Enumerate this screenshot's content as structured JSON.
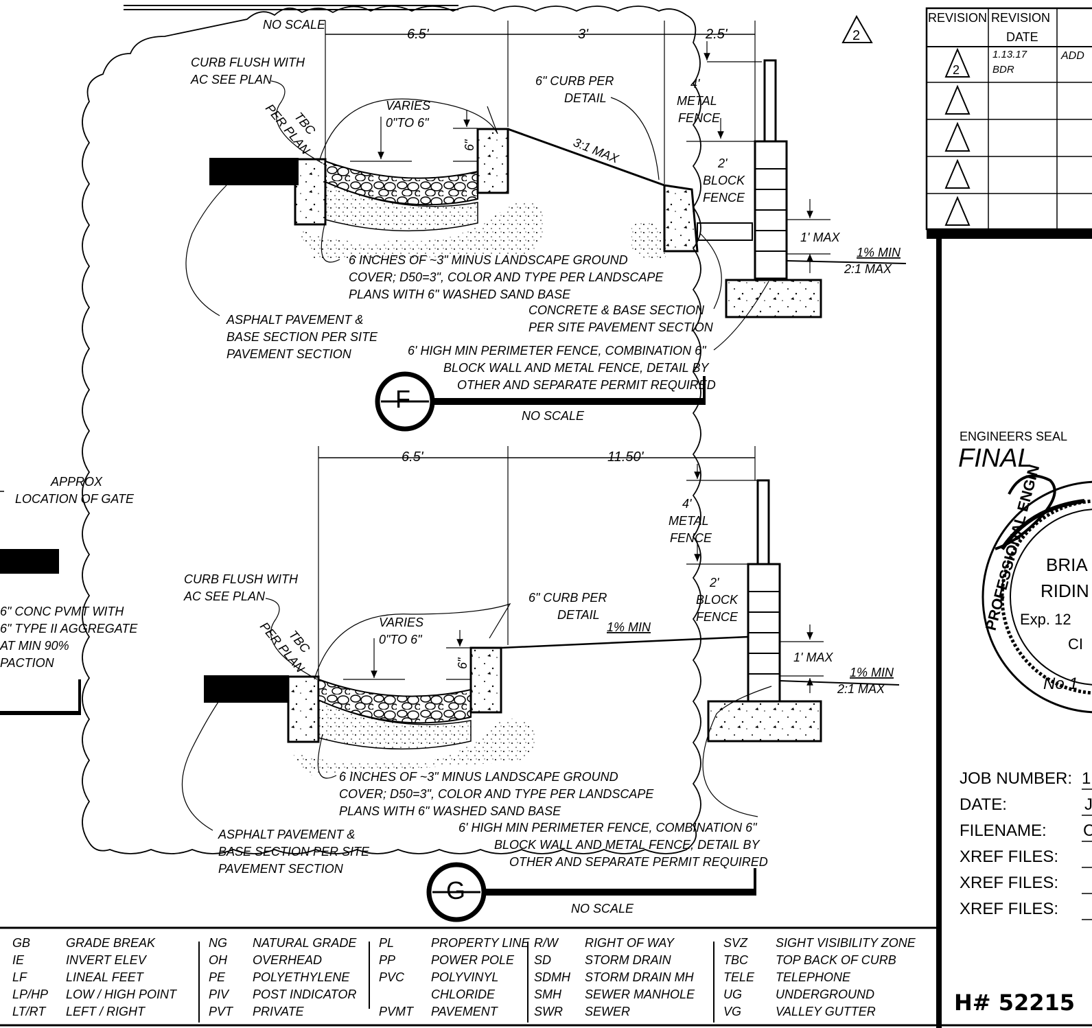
{
  "revisions": {
    "headers": [
      "REVISION",
      "REVISION",
      "DATE"
    ],
    "rows": [
      {
        "symbol": "2",
        "date": "1.13.17",
        "by": "BDR",
        "desc": "ADD"
      },
      {
        "symbol": "",
        "date": "",
        "by": "",
        "desc": ""
      },
      {
        "symbol": "",
        "date": "",
        "by": "",
        "desc": ""
      },
      {
        "symbol": "",
        "date": "",
        "by": "",
        "desc": ""
      },
      {
        "symbol": "",
        "date": "",
        "by": "",
        "desc": ""
      }
    ]
  },
  "revision_marker": "2",
  "detail_f": {
    "tag": "F",
    "scale_top": "NO SCALE",
    "scale_bottom": "NO SCALE",
    "dims": [
      "6.5'",
      "3'",
      "2.5'"
    ],
    "curb_flush": [
      "CURB FLUSH WITH",
      "AC SEE PLAN"
    ],
    "tbc": [
      "TBC",
      "PER PLAN"
    ],
    "varies": [
      "VARIES",
      "0\"TO 6\""
    ],
    "six_in": "6\"",
    "curb_per_detail": [
      "6\" CURB PER",
      "DETAIL"
    ],
    "slope": "3:1 MAX",
    "metal_fence": [
      "4'",
      "METAL",
      "FENCE"
    ],
    "block_fence": [
      "2'",
      "BLOCK",
      "FENCE"
    ],
    "one_ft_max": "1' MAX",
    "pct_min": "1% MIN",
    "two_one_max": "2:1 MAX",
    "ground_cover": [
      "6 INCHES OF ~3\" MINUS LANDSCAPE GROUND",
      "COVER; D50=3\", COLOR AND TYPE PER LANDSCAPE",
      "PLANS WITH 6\" WASHED SAND BASE"
    ],
    "concrete_base": [
      "CONCRETE & BASE SECTION",
      "PER SITE PAVEMENT SECTION"
    ],
    "asphalt": [
      "ASPHALT PAVEMENT &",
      "BASE SECTION PER SITE",
      "PAVEMENT SECTION"
    ],
    "perimeter": [
      "6' HIGH MIN PERIMETER FENCE, COMBINATION 6\"",
      "BLOCK WALL AND METAL FENCE, DETAIL BY",
      "OTHER AND SEPARATE PERMIT REQUIRED"
    ]
  },
  "detail_g": {
    "tag": "G",
    "scale_bottom": "NO SCALE",
    "dims": [
      "6.5'",
      "11.50'"
    ],
    "curb_flush": [
      "CURB FLUSH WITH",
      "AC SEE PLAN"
    ],
    "tbc": [
      "TBC",
      "PER PLAN"
    ],
    "varies": [
      "VARIES",
      "0\"TO 6\""
    ],
    "six_in": "6\"",
    "curb_per_detail": [
      "6\" CURB PER",
      "DETAIL"
    ],
    "slope": "1% MIN",
    "metal_fence": [
      "4'",
      "METAL",
      "FENCE"
    ],
    "block_fence": [
      "2'",
      "BLOCK",
      "FENCE"
    ],
    "one_ft_max": "1' MAX",
    "pct_min": "1% MIN",
    "two_one_max": "2:1 MAX",
    "ground_cover": [
      "6 INCHES OF ~3\" MINUS LANDSCAPE GROUND",
      "COVER; D50=3\", COLOR AND TYPE PER LANDSCAPE",
      "PLANS WITH 6\" WASHED SAND BASE"
    ],
    "asphalt": [
      "ASPHALT PAVEMENT &",
      "BASE SECTION PER SITE",
      "PAVEMENT SECTION"
    ],
    "perimeter": [
      "6' HIGH MIN PERIMETER FENCE, COMBINATION 6\"",
      "BLOCK WALL AND METAL FENCE, DETAIL BY",
      "OTHER AND SEPARATE PERMIT REQUIRED"
    ]
  },
  "left_notes": {
    "gate": [
      "APPROX",
      "LOCATION OF GATE"
    ],
    "conc": [
      "6\" CONC PVMT WITH",
      "6\" TYPE II AGGREGATE",
      "AT MIN 90%",
      "PACTION"
    ]
  },
  "seal": {
    "label": "ENGINEERS SEAL",
    "final": "FINAL",
    "ring_text": "PROFESSIONAL ENGIN",
    "name_lines": [
      "BRIA",
      "RIDIN",
      "Exp. 12",
      "CI",
      "No.1"
    ]
  },
  "title_block": {
    "labels": [
      "JOB NUMBER:",
      "DATE:",
      "FILENAME:",
      "XREF FILES:",
      "XREF FILES:",
      "XREF FILES:"
    ],
    "values": [
      "1",
      "J",
      "C",
      "",
      "",
      ""
    ]
  },
  "handwritten": "H# 52215",
  "abbreviations": [
    [
      [
        "GB",
        "GRADE BREAK"
      ],
      [
        "IE",
        "INVERT ELEV"
      ],
      [
        "LF",
        "LINEAL FEET"
      ],
      [
        "LP/HP",
        "LOW / HIGH POINT"
      ],
      [
        "LT/RT",
        "LEFT / RIGHT"
      ]
    ],
    [
      [
        "NG",
        "NATURAL GRADE"
      ],
      [
        "OH",
        "OVERHEAD"
      ],
      [
        "PE",
        "POLYETHYLENE"
      ],
      [
        "PIV",
        "POST INDICATOR"
      ],
      [
        "PVT",
        "PRIVATE"
      ]
    ],
    [
      [
        "PL",
        "PROPERTY LINE"
      ],
      [
        "PP",
        "POWER POLE"
      ],
      [
        "PVC",
        "POLYVINYL"
      ],
      [
        "",
        "CHLORIDE"
      ],
      [
        "PVMT",
        "PAVEMENT"
      ]
    ],
    [
      [
        "R/W",
        "RIGHT OF WAY"
      ],
      [
        "SD",
        "STORM DRAIN"
      ],
      [
        "SDMH",
        "STORM DRAIN MH"
      ],
      [
        "SMH",
        "SEWER MANHOLE"
      ],
      [
        "SWR",
        "SEWER"
      ]
    ],
    [
      [
        "SVZ",
        "SIGHT VISIBILITY ZONE"
      ],
      [
        "TBC",
        "TOP BACK OF CURB"
      ],
      [
        "TELE",
        "TELEPHONE"
      ],
      [
        "UG",
        "UNDERGROUND"
      ],
      [
        "VG",
        "VALLEY GUTTER"
      ]
    ]
  ]
}
